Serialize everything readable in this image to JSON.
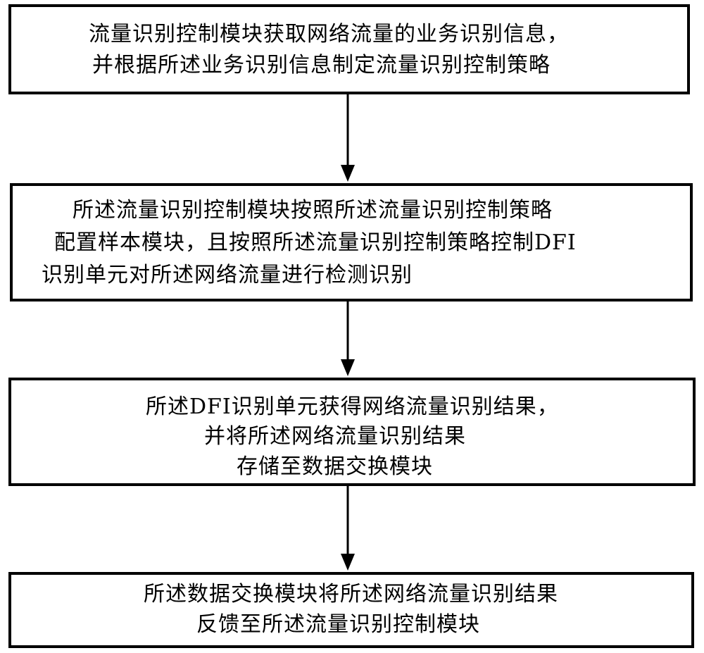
{
  "steps": [
    {
      "lines": [
        "流量识别控制模块获取网络流量的业务识别信息，",
        "并根据所述业务识别信息制定流量识别控制策略"
      ]
    },
    {
      "lines": [
        "所述流量识别控制模块按照所述流量识别控制策略",
        "配置样本模块，且按照所述流量识别控制策略控制DFI",
        "识别单元对所述网络流量进行检测识别"
      ]
    },
    {
      "lines": [
        "所述DFI识别单元获得网络流量识别结果，",
        "并将所述网络流量识别结果",
        "存储至数据交换模块"
      ]
    },
    {
      "lines": [
        "所述数据交换模块将所述网络流量识别结果",
        "反馈至所述流量识别控制模块"
      ]
    }
  ],
  "colors": {
    "stroke": "#000000",
    "background": "#ffffff"
  }
}
